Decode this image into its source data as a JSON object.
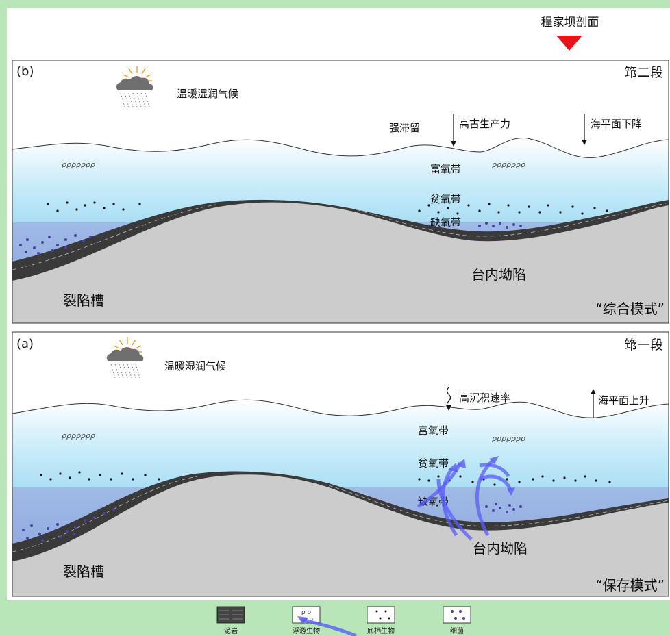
{
  "profile_marker": "程家坝剖面",
  "panels": {
    "b": {
      "label": "(b)",
      "stage": "筇二段",
      "climate": "温暖湿润气候",
      "retention": "强滞留",
      "productivity": "高古生产力",
      "sea_level": "海平面下降",
      "zone_oxic": "富氧带",
      "zone_dysoxic": "贫氧带",
      "zone_anoxic": "缺氧带",
      "trough": "裂陷槽",
      "depression": "台内坳陷",
      "model": "“综合模式”"
    },
    "a": {
      "label": "(a)",
      "stage": "筇一段",
      "climate": "温暖湿润气候",
      "sedimentation": "高沉积速率",
      "sea_level": "海平面上升",
      "zone_oxic": "富氧带",
      "zone_dysoxic": "贫氧带",
      "zone_anoxic": "缺氧带",
      "trough": "裂陷槽",
      "depression": "台内坳陷",
      "model": "“保存模式”"
    }
  },
  "legend": {
    "mudstone": "泥岩",
    "plankton": "浮游生物",
    "benthos": "底栖生物",
    "bacteria": "细菌",
    "plankton_glyphs": "ρ ρ",
    "plankton_row": "ρρρρρρρ"
  },
  "colors": {
    "background": "#b8e6b8",
    "water_top": "#ffffff",
    "water_mid": "#9fd8f2",
    "anoxic": "#8da2dc",
    "rock": "#cccccc",
    "mudstone": "#3a3a3a",
    "marker": "#e8141a",
    "bacteria": "#4a40a8",
    "arrow_overlay": "#5a5cf5"
  }
}
